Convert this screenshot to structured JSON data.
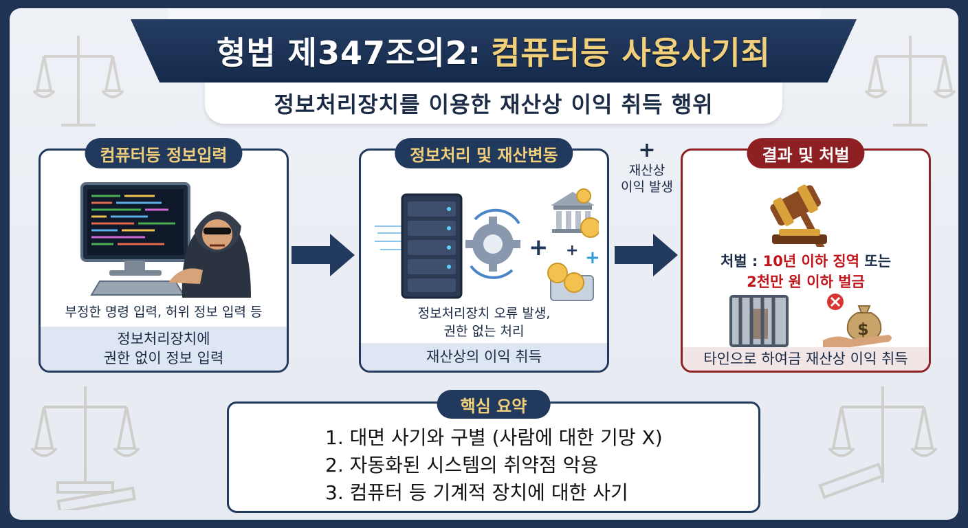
{
  "title": {
    "part1": "형법 제347조의2:",
    "part2": "컴퓨터등 사용사기죄"
  },
  "subtitle": "정보처리장치를 이용한 재산상 이익 취득 행위",
  "steps": [
    {
      "heading": "컴퓨터등 정보입력",
      "description": "부정한 명령 입력, 허위 정보 입력 등",
      "highlight": [
        "정보처리장치에",
        "권한 없이 정보 입력"
      ]
    },
    {
      "heading": "정보처리 및 재산변동",
      "description": [
        "정보처리장치 오류 발생,",
        "권한 없는 처리"
      ],
      "highlight": [
        "재산상의 이익 취득"
      ]
    },
    {
      "heading": "결과 및 처벌",
      "punishment": {
        "label": "처벌 :",
        "line1": "10년 이하 징역",
        "connector": "또는",
        "line2": "2천만 원 이하 벌금"
      },
      "highlight": [
        "타인으로 하여금 재산상 이익 취득"
      ]
    }
  ],
  "connector": {
    "plus": "+",
    "label": [
      "재산상",
      "이익 발생"
    ]
  },
  "summary": {
    "heading": "핵심 요약",
    "items": [
      "1. 대면 사기와 구별 (사람에 대한 기망 X)",
      "2. 자동화된 시스템의 취약점 악용",
      "3. 컴퓨터 등 기계적 장치에 대한 사기"
    ]
  },
  "colors": {
    "navy": "#22395e",
    "gold": "#f2cf7a",
    "red": "#8e1f22",
    "penalty_red": "#c0141b"
  }
}
